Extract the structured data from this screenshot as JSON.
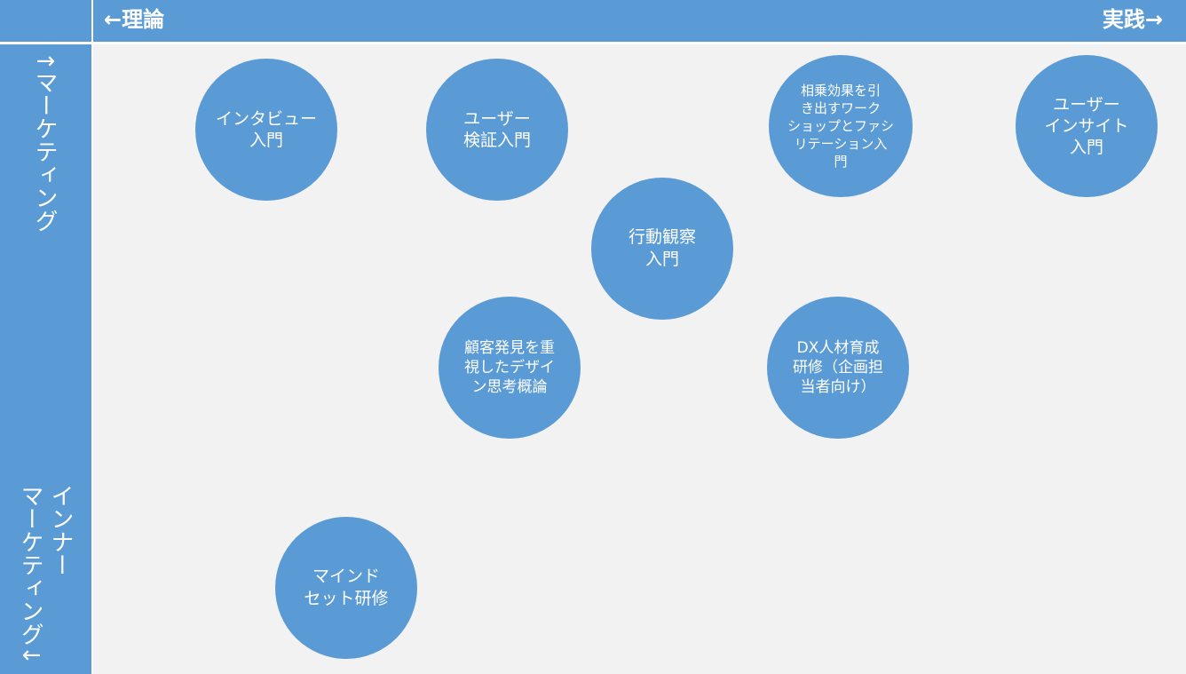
{
  "axes": {
    "x_left": "←理論",
    "x_right": "実践→",
    "y_top": "↑マーケティング",
    "y_bottom": "インナー\nマーケティング↓"
  },
  "nodes": [
    {
      "id": "interview",
      "label": "インタビュー\n入門"
    },
    {
      "id": "user-validation",
      "label": "ユーザー\n検証入門"
    },
    {
      "id": "workshop",
      "label": "相乗効果を引\nき出すワーク\nショップとファシ\nリテーション入\n門"
    },
    {
      "id": "user-insight",
      "label": "ユーザー\nインサイト\n入門"
    },
    {
      "id": "behavior-observation",
      "label": "行動観察\n入門"
    },
    {
      "id": "design-thinking",
      "label": "顧客発見を重\n視したデザイ\nン思考概論"
    },
    {
      "id": "dx-training",
      "label": "DX人材育成\n研修（企画担\n当者向け）"
    },
    {
      "id": "mindset",
      "label": "マインド\nセット研修"
    }
  ],
  "colors": {
    "accent": "#5b9bd5",
    "background": "#f2f2f3",
    "text": "#ffffff"
  }
}
